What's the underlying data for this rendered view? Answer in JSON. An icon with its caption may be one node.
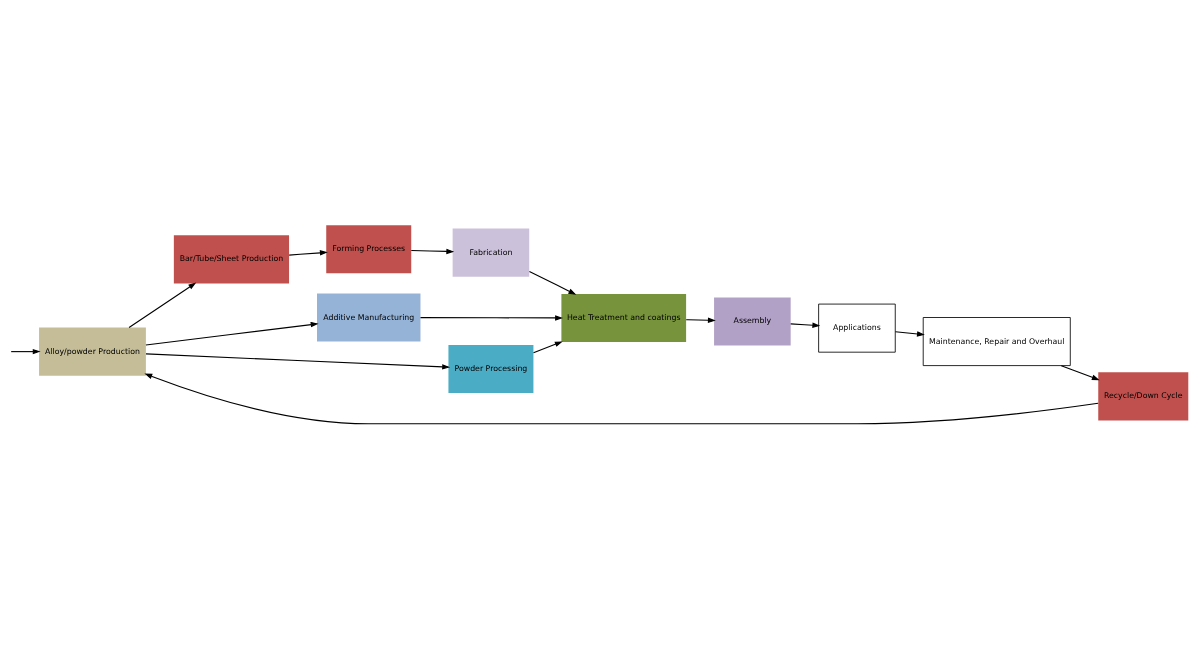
{
  "diagram": {
    "nodes": [
      {
        "text": [
          "Alloy/powder Production"
        ]
      },
      {
        "text": [
          "Bar/Tube/Sheet Production"
        ]
      },
      {
        "text": [
          "Forming Processes"
        ]
      },
      {
        "text": [
          "Fabrication"
        ]
      },
      {
        "text": [
          "Recycle/Down Cycle"
        ]
      },
      {
        "text": [
          "Additive Manufacturing"
        ]
      },
      {
        "text": [
          "Powder Processing"
        ]
      },
      {
        "text": [
          "Maintenance, Repair and Overhaul"
        ]
      },
      {
        "text": [
          "Applications"
        ]
      },
      {
        "text": [
          "Assembly"
        ]
      },
      {
        "text": [
          "Heat Treatment and coatings"
        ]
      }
    ],
    "edges": [
      {
        "from": null,
        "to": 0,
        "arrow": "to"
      },
      {
        "from": 0,
        "to": 1,
        "arrow": "to"
      },
      {
        "from": 0,
        "to": 5,
        "arrow": "to"
      },
      {
        "from": 0,
        "to": 6,
        "arrow": "to"
      },
      {
        "from": 1,
        "to": 2,
        "arrow": "to"
      },
      {
        "from": 2,
        "to": 3,
        "arrow": "to"
      },
      {
        "from": 3,
        "to": 10,
        "arrow": "to"
      },
      {
        "from": 5,
        "to": 10,
        "arrow": "to"
      },
      {
        "from": 6,
        "to": 10,
        "arrow": "to"
      },
      {
        "from": 10,
        "to": 9,
        "arrow": "to"
      },
      {
        "from": 9,
        "to": 8,
        "arrow": "to"
      },
      {
        "from": 8,
        "to": 7,
        "arrow": "to"
      },
      {
        "from": 7,
        "to": 4,
        "arrow": "to"
      },
      {
        "from": 4,
        "to": 0,
        "arrow": "to"
      }
    ]
  }
}
